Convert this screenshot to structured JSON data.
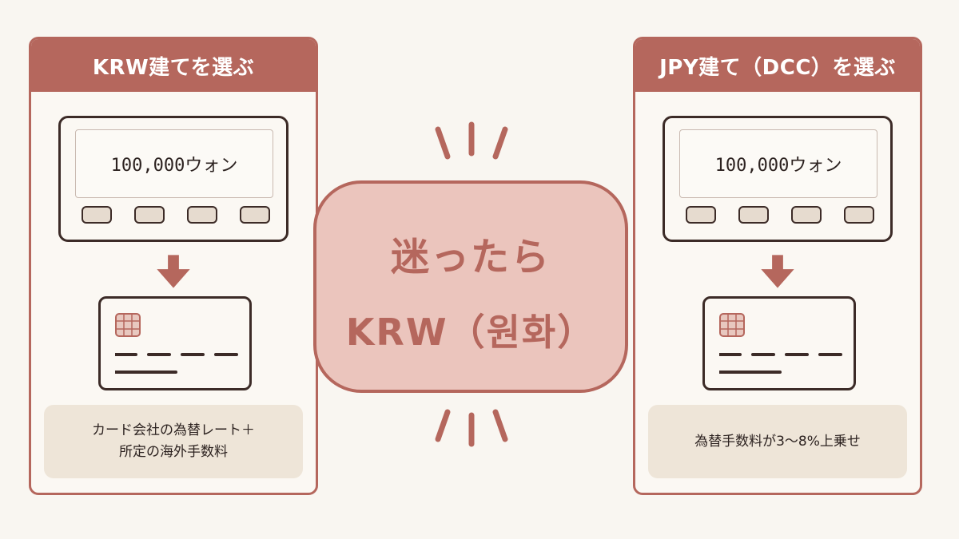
{
  "colors": {
    "accent": "#b5675d",
    "bubble_fill": "#ebc5bd",
    "note_fill": "#eee5d8",
    "ink": "#3c2b27"
  },
  "left_panel": {
    "title": "KRW建てを選ぶ",
    "terminal_amount": "100,000ウォン",
    "note_line1": "カード会社の為替レート＋",
    "note_line2": "所定の海外手数料"
  },
  "right_panel": {
    "title": "JPY建て（DCC）を選ぶ",
    "terminal_amount": "100,000ウォン",
    "note_line1": "為替手数料が3～8%上乗せ"
  },
  "center": {
    "line1": "迷ったら",
    "line2": "KRW（원화）"
  }
}
